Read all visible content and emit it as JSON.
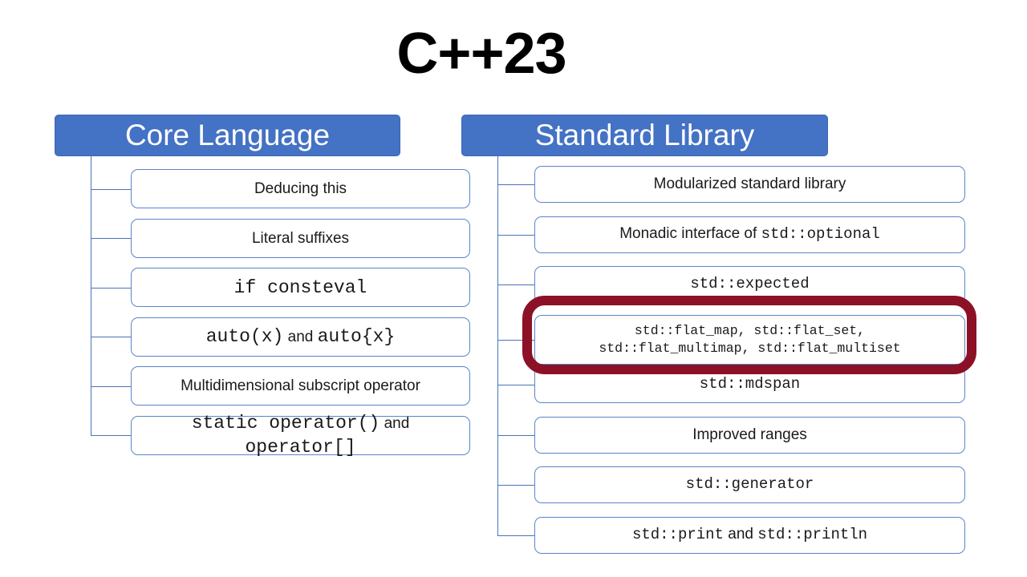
{
  "title": "C++23",
  "colors": {
    "accent_blue": "#4472C4",
    "box_border_blue": "#5B84C9",
    "line_blue": "#4A72B8",
    "highlight_maroon": "#8C1127",
    "text_dark": "#1A1A1A"
  },
  "columns": [
    {
      "header": "Core Language",
      "items": [
        {
          "segments": [
            {
              "t": "Deducing this",
              "f": "sans"
            }
          ]
        },
        {
          "segments": [
            {
              "t": "Literal suffixes",
              "f": "sans"
            }
          ]
        },
        {
          "segments": [
            {
              "t": "if consteval",
              "f": "mono"
            }
          ]
        },
        {
          "segments": [
            {
              "t": "auto(x)",
              "f": "mono"
            },
            {
              "t": "  and ",
              "f": "sans"
            },
            {
              "t": "auto{x}",
              "f": "mono"
            }
          ]
        },
        {
          "segments": [
            {
              "t": "Multidimensional subscript operator",
              "f": "sans"
            }
          ]
        },
        {
          "segments": [
            {
              "t": "static operator()",
              "f": "mono"
            },
            {
              "t": " and ",
              "f": "sans"
            },
            {
              "t": "operator[]",
              "f": "mono"
            }
          ]
        }
      ]
    },
    {
      "header": "Standard Library",
      "items": [
        {
          "segments": [
            {
              "t": "Modularized standard library",
              "f": "sans"
            }
          ]
        },
        {
          "segments": [
            {
              "t": "Monadic interface of ",
              "f": "sans"
            },
            {
              "t": "std::optional",
              "f": "mono"
            }
          ]
        },
        {
          "segments": [
            {
              "t": "std::expected",
              "f": "mono"
            }
          ]
        },
        {
          "segments": [
            {
              "t": "std::flat_map, std::flat_set,\nstd::flat_multimap, std::flat_multiset",
              "f": "mono"
            }
          ],
          "tall": true,
          "highlighted": true
        },
        {
          "segments": [
            {
              "t": "std::mdspan",
              "f": "mono"
            }
          ]
        },
        {
          "segments": [
            {
              "t": "Improved ranges",
              "f": "sans"
            }
          ]
        },
        {
          "segments": [
            {
              "t": "std::generator",
              "f": "mono"
            }
          ]
        },
        {
          "segments": [
            {
              "t": "std::print",
              "f": "mono"
            },
            {
              "t": " and ",
              "f": "sans"
            },
            {
              "t": "std::println",
              "f": "mono"
            }
          ]
        }
      ]
    }
  ]
}
